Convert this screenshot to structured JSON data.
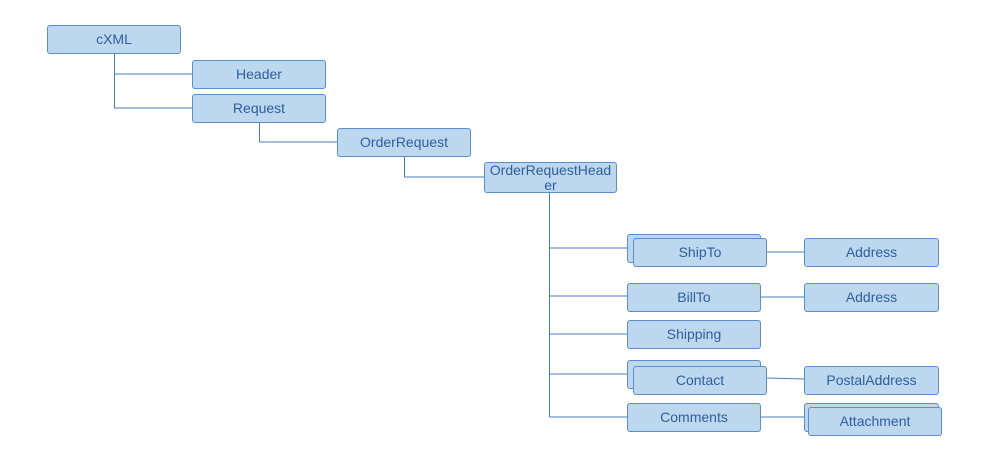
{
  "diagram": {
    "nodes": {
      "cxml": "cXML",
      "header": "Header",
      "request": "Request",
      "order_request": "OrderRequest",
      "order_request_header": "OrderRequestHeader",
      "ship_to": "ShipTo",
      "ship_to_address": "Address",
      "bill_to": "BillTo",
      "bill_to_address": "Address",
      "shipping": "Shipping",
      "contact": "Contact",
      "postal_address": "PostalAddress",
      "comments": "Comments",
      "attachment": "Attachment"
    },
    "colors": {
      "node_fill": "#bdd7ee",
      "node_border": "#5b8fc7",
      "node_text": "#2e5f9e",
      "connector": "#4a7ebb"
    }
  }
}
